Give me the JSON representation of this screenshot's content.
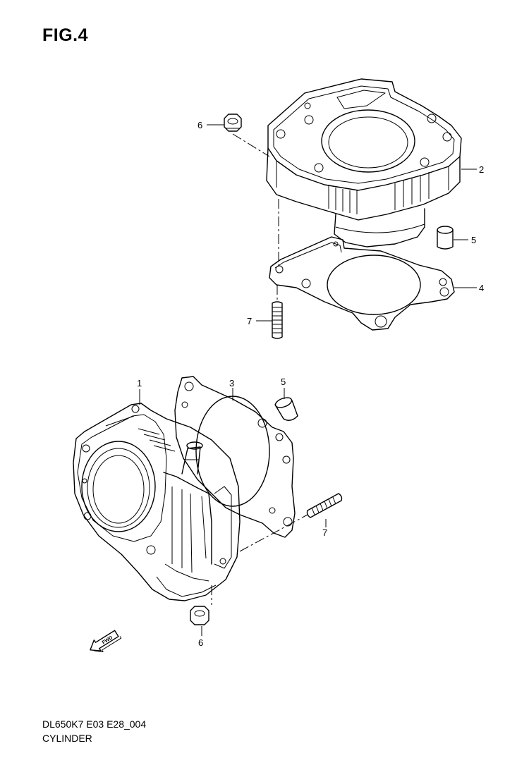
{
  "figure": {
    "title": "FIG.4",
    "code": "DL650K7 E03 E28_004",
    "name": "CYLINDER"
  },
  "callouts": {
    "top_nut": "6",
    "top_cylinder": "2",
    "top_dowel": "5",
    "top_gasket": "4",
    "top_stud": "7",
    "bottom_cylinder": "1",
    "bottom_gasket": "3",
    "bottom_dowel": "5",
    "bottom_stud": "7",
    "bottom_nut": "6"
  },
  "fwd_label": "FWD"
}
